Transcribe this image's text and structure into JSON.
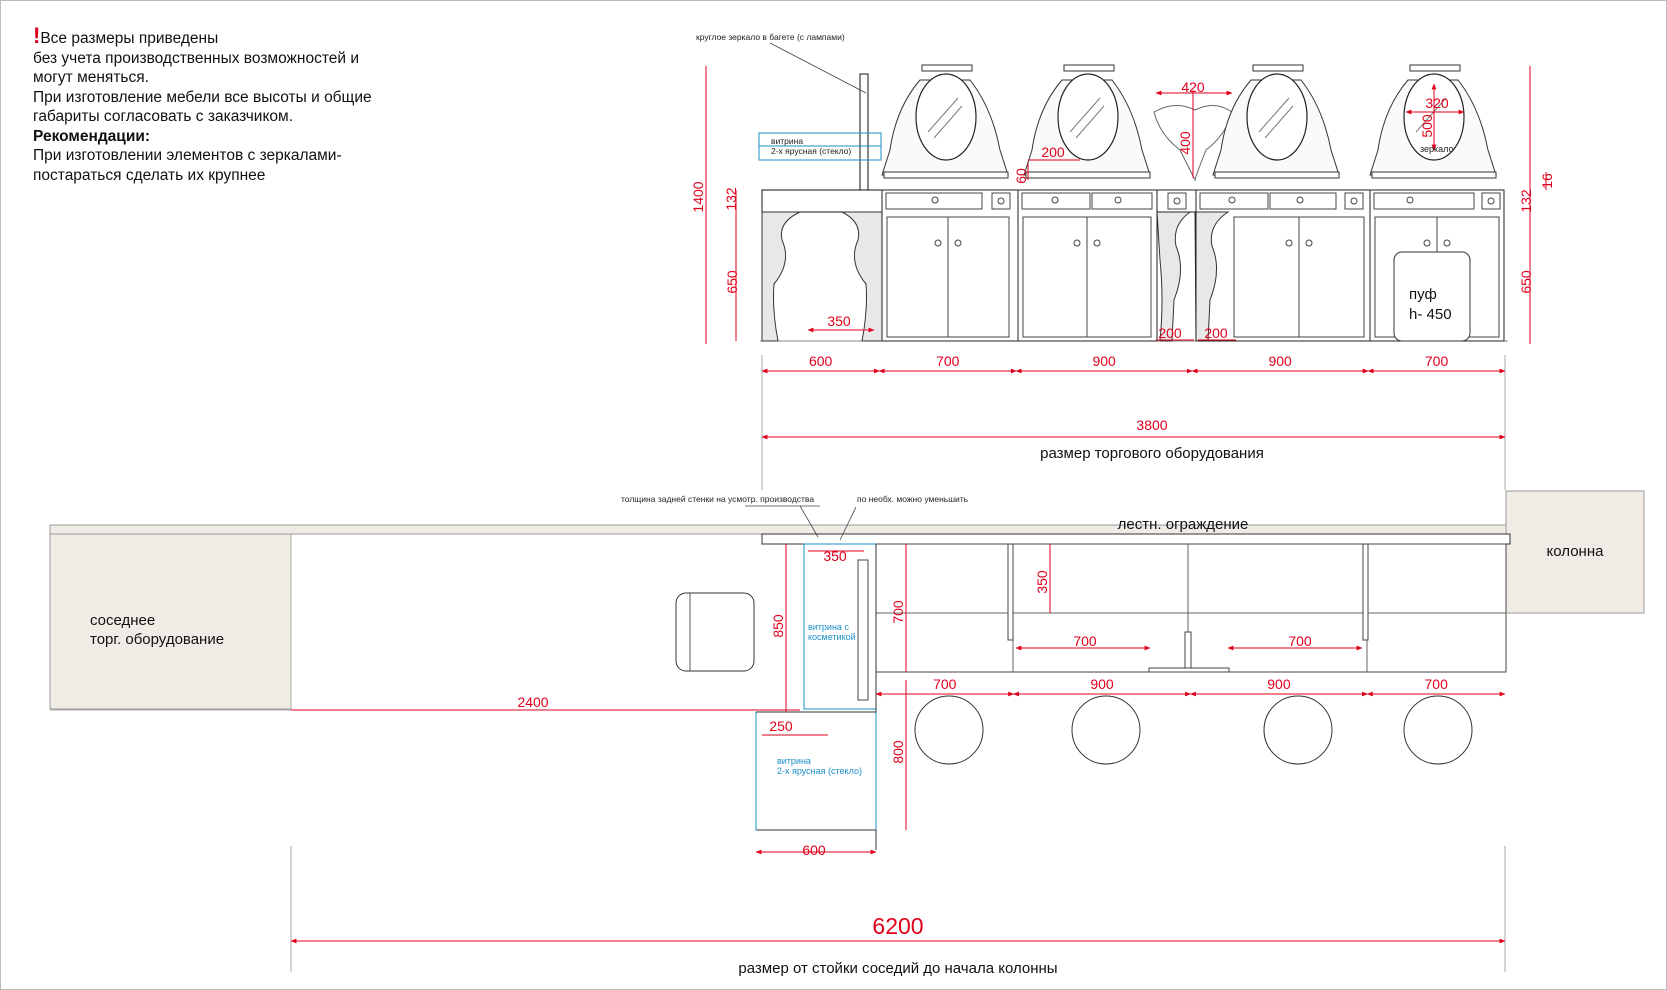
{
  "note": {
    "excl": "!",
    "line1": "Все размеры приведены",
    "line2": "без учета производственных возможностей и",
    "line3": "могут меняться.",
    "line4": "При изготовление мебели все высоты и общие",
    "line5": "габариты согласовать с заказчиком.",
    "line6": "Рекомендации:",
    "line7": "При изготовлении элементов с зеркалами-",
    "line8": "постараться сделать их крупнее"
  },
  "elevation": {
    "mirror_label": "круглое зеркало в багете (с лампами)",
    "vitrine_top_l1": "витрина",
    "vitrine_top_l2": "2-х ярусная (стекло)",
    "mirror_word": "зеркало",
    "pouf_l1": "пуф",
    "pouf_l2": "h- 450",
    "dims": {
      "h1400": "1400",
      "h132_left": "132",
      "h650_left": "650",
      "d350": "350",
      "d420": "420",
      "d400": "400",
      "d200_top": "200",
      "d60": "60",
      "d320": "320",
      "d500": "500",
      "d16": "16",
      "h132_right": "132",
      "h650_right": "650",
      "d200_a": "200",
      "d200_b": "200"
    },
    "widths": [
      "600",
      "700",
      "900",
      "900",
      "700"
    ],
    "total": "3800",
    "total_label": "размер торгового оборудования"
  },
  "plan": {
    "note_wall": "толщина задней стенки на усмотр. производства",
    "note_reduce": "по необх. можно уменьшить",
    "railing": "лестн. ограждение",
    "column": "колонна",
    "neighbor_l1": "соседнее",
    "neighbor_l2": "торг. оборудование",
    "vitrine_cosm_l1": "витрина с",
    "vitrine_cosm_l2": "косметикой",
    "vitrine_glass_l1": "витрина",
    "vitrine_glass_l2": "2-х ярусная (стекло)",
    "dims": {
      "d350_a": "350",
      "d850": "850",
      "d700_v": "700",
      "d350_b": "350",
      "d700_a": "700",
      "d700_b": "700",
      "d2400": "2400",
      "d250": "250",
      "d800": "800",
      "d600": "600"
    },
    "widths": [
      "700",
      "900",
      "900",
      "700"
    ],
    "total": "6200",
    "total_label": "размер от стойки соседий до начала колонны"
  },
  "colors": {
    "dimension": "#e0001b",
    "vitrine": "#1a8fc9",
    "zone_fill": "#f1ebe6"
  }
}
